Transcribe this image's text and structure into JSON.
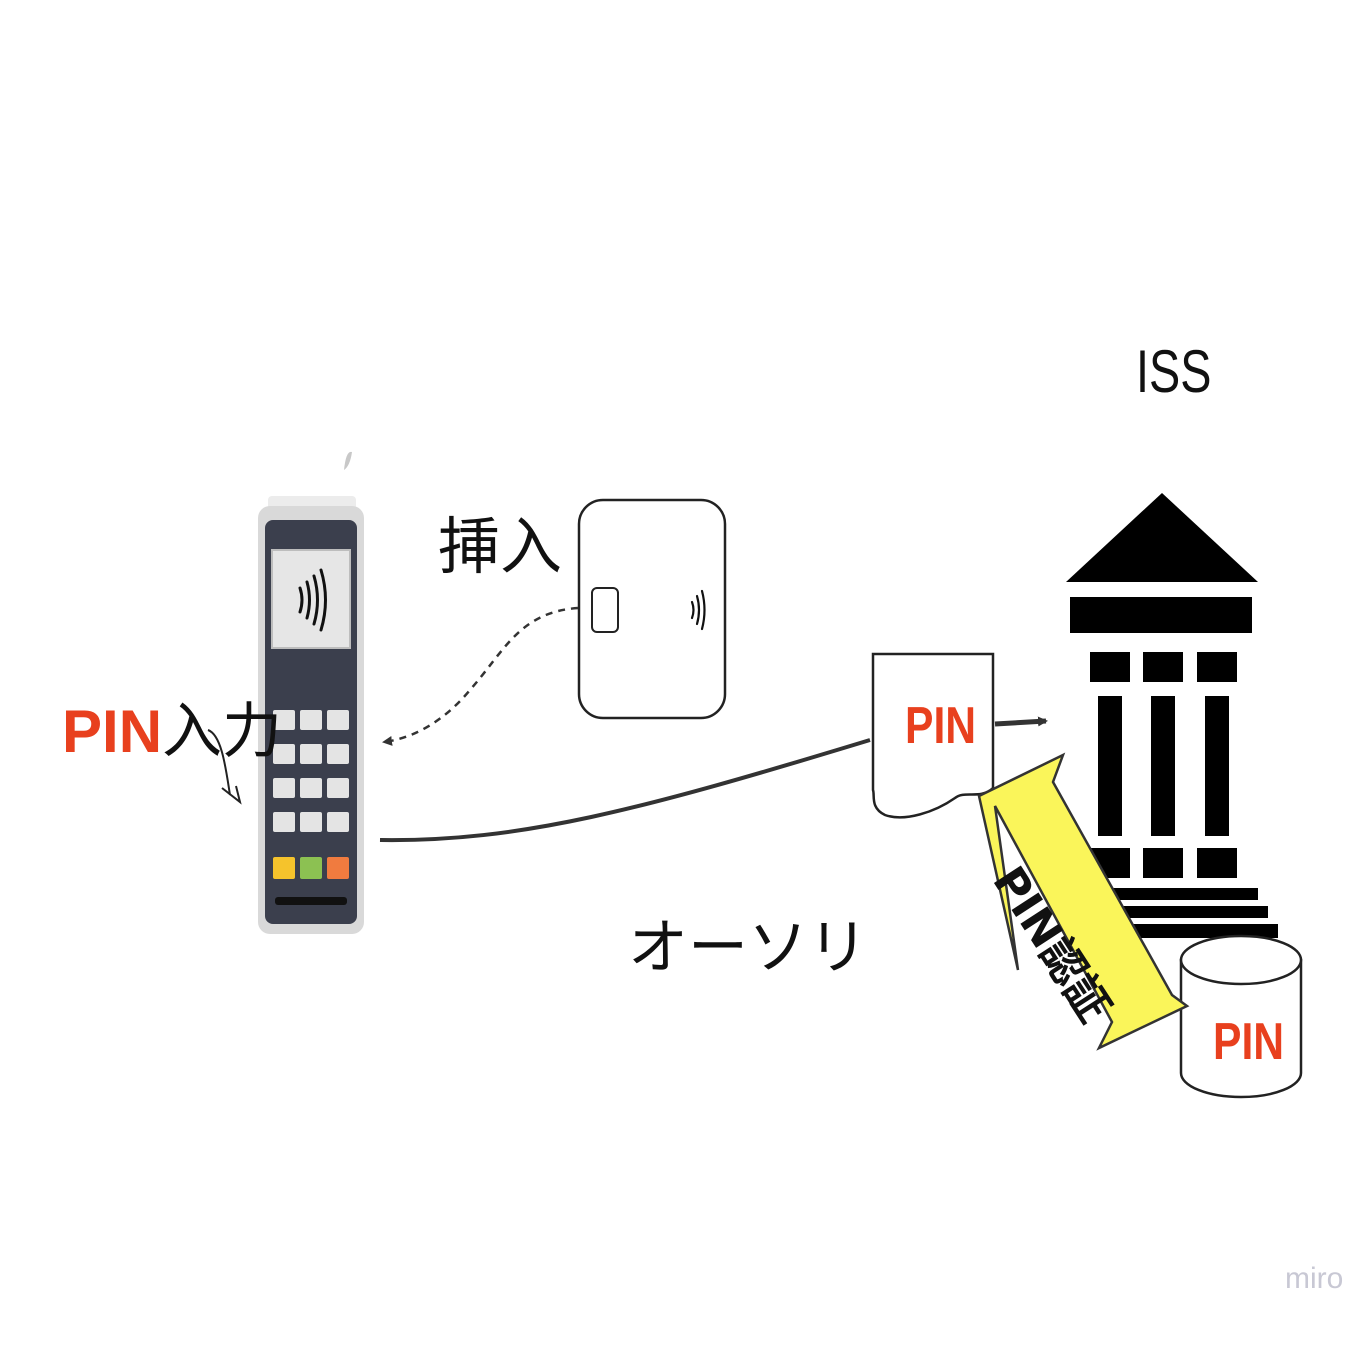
{
  "labels": {
    "iss": "ISS",
    "insert": "挿入",
    "pin_entry_pin": "PIN",
    "pin_entry_rest": "入力",
    "authorization": "オーソリ",
    "message_pin": "PIN",
    "database_pin": "PIN",
    "pin_verification": "PIN認証",
    "watermark": "miro"
  },
  "colors": {
    "pin_text": "#e8401e",
    "arrow_fill": "#faf55a",
    "terminal_body": "#3b3f4d",
    "terminal_frame": "#d9d9d9",
    "key_yellow": "#f5c32c",
    "key_green": "#8cc152",
    "key_orange": "#f07b3f",
    "bank_fill": "#000000"
  },
  "icons": [
    "payment-terminal-icon",
    "contactless-icon",
    "ic-card-icon",
    "bank-building-icon",
    "document-icon",
    "database-cylinder-icon"
  ]
}
